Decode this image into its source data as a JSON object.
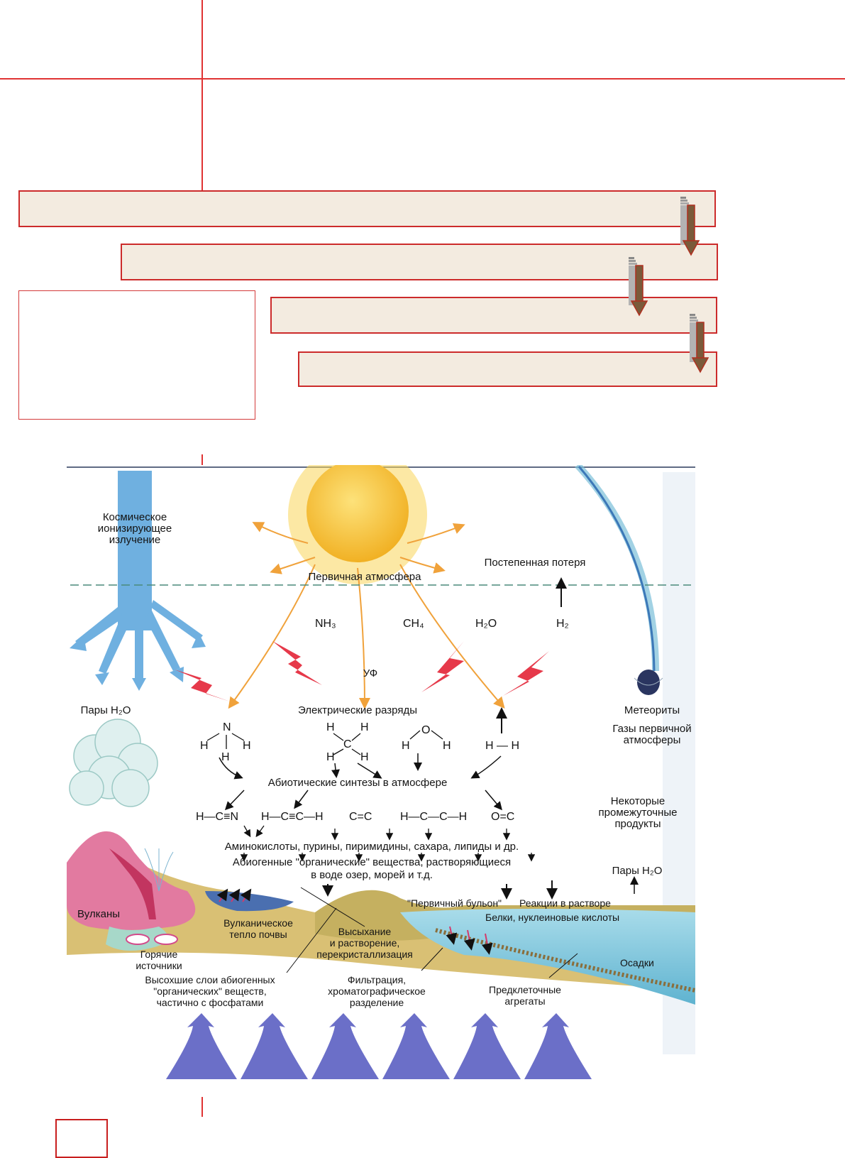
{
  "diagram": {
    "cosmic_rays": [
      "Космическое",
      "ионизирующее",
      "излучение"
    ],
    "primary_atmosphere": "Первичная атмосфера",
    "gradual_loss": "Постепенная потеря",
    "gases": [
      "NH₃",
      "CH₄",
      "H₂O",
      "H₂"
    ],
    "uv": "УФ",
    "electric_discharges": "Электрические разряды",
    "water_vapor_left": "Пары H₂O",
    "meteorites": "Метеориты",
    "primary_atm_gases": [
      "Газы первичной",
      "атмосферы"
    ],
    "molecules": {
      "ammonia": [
        "N",
        "H",
        "H",
        "H"
      ],
      "methane": [
        "H",
        "H",
        "C",
        "H",
        "H"
      ],
      "water": [
        "O",
        "H",
        "H"
      ],
      "hydrogen": "H — H"
    },
    "abiotic_synthesis": "Абиотические синтезы в атмосфере",
    "intermediates_label": [
      "Некоторые",
      "промежуточные",
      "продукты"
    ],
    "intermediates": [
      "H—C≡N",
      "H—C≡C—H",
      "C=C",
      "H—C—C—H",
      "O=C"
    ],
    "products": "Аминокислоты, пурины, пиримидины, сахара, липиды и др.",
    "abiogenic_line1": "Абиогенные \"органические\" вещества, растворяющиеся",
    "abiogenic_line2": "в воде озер, морей и т.д.",
    "water_vapor_right": "Пары H₂O",
    "primary_broth": "\"Первичный бульон\"",
    "reactions": "Реакции в растворе",
    "proteins": "Белки, нуклеиновые кислоты",
    "volcanoes": "Вулканы",
    "volcanic_heat": [
      "Вулканическое",
      "тепло почвы"
    ],
    "hot_springs": [
      "Горячие",
      "источники"
    ],
    "drying": [
      "Высыхание",
      "и растворение,",
      "перекристаллизация"
    ],
    "sediments": "Осадки",
    "dried_layers": [
      "Высохшие слои абиогенных",
      "\"органических\" веществ,",
      "частично с фосфатами"
    ],
    "filtration": [
      "Фильтрация,",
      "хроматографическое",
      "разделение"
    ],
    "precellular": [
      "Предклеточные",
      "агрегаты"
    ]
  },
  "colors": {
    "accent_red": "#cc2b2b",
    "box_fill": "#f3ebe0",
    "sky_ray": "#6fb0e0",
    "sun": "#f5c233",
    "lightning": "#e6394a",
    "ocean": "#7cc4dd",
    "land": "#d8c070"
  }
}
